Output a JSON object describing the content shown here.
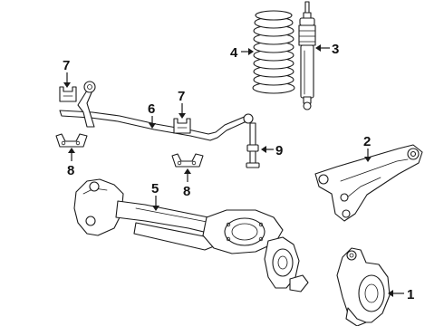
{
  "callouts": {
    "c1": "1",
    "c2": "2",
    "c3": "3",
    "c4": "4",
    "c5": "5",
    "c6": "6",
    "c7a": "7",
    "c7b": "7",
    "c8a": "8",
    "c8b": "8",
    "c9": "9"
  }
}
